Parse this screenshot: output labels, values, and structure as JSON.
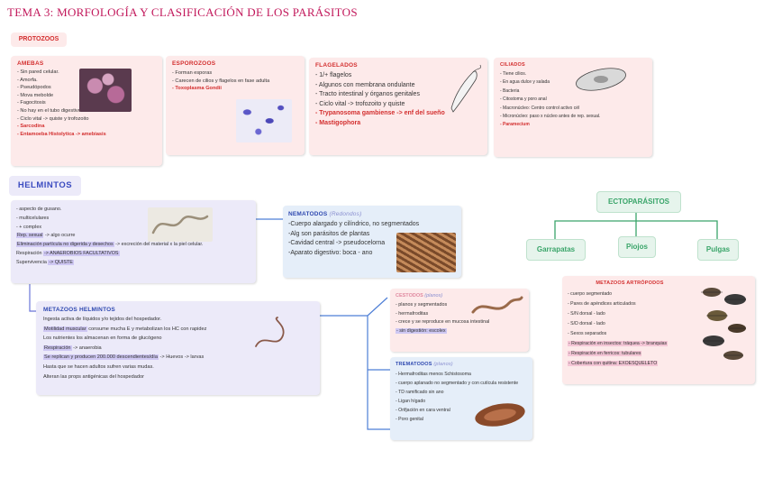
{
  "title": "TEMA 3: MORFOLOGÍA Y CLASIFICACIÓN DE LOS PARÁSITOS",
  "protozoos": {
    "label": "PROTOZOOS",
    "amebas": {
      "heading": "AMEBAS",
      "lines": [
        "- Sin pared celular.",
        "- Amorfa.",
        "- Pseudópodos",
        "- Mova mebolde",
        "- Fagocitosis",
        "- No hay en el tubo digestivo",
        "- Ciclo vital -> quiste y trofozoito"
      ],
      "red_lines": [
        "- Sarcodina",
        "- Entamoeba Histolytica -> amebiasis"
      ]
    },
    "esporozoos": {
      "heading": "ESPOROZOOS",
      "lines": [
        "- Forman esporas",
        "- Carecen de cilios y flagelos en fase adulta"
      ],
      "red_line": "- Toxoplasma Gondii"
    },
    "flagelados": {
      "heading": "FLAGELADOS",
      "lines": [
        "- 1/+ flagelos",
        "- Algunos con membrana ondulante",
        "- Tracto intestinal y órganos genitales",
        "- Ciclo vital -> trofozoito y quiste"
      ],
      "red_lines": [
        "- Trypanosoma gambiense -> enf del sueño",
        "- Mastigophora"
      ]
    },
    "ciliados": {
      "heading": "CILIADOS",
      "lines": [
        "- Tiene cilios.",
        "- En agua dulce y salada",
        "- Bacteria",
        "- Citostoma y poro anal",
        "- Macronúcleo: Centro control activo cél",
        "- Micronúcleo: paso x núcleo antes de rep. sexual."
      ],
      "red_line": "- Paramecium"
    }
  },
  "helmintos": {
    "label": "HELMINTOS",
    "lines": [
      "- aspecto de gusano.",
      "- multicelulares",
      "- + complex"
    ],
    "hl1_tag": "Rep. sexual",
    "hl1_rest": " -> algo ocurre",
    "hl2_tag": "Eliminación partícula no digerida y desechos",
    "hl2_rest": " -> excreción del material x la piel celular.",
    "resp_label": "Respiración",
    "resp_tag": "-> ANAEROBIOS FACULTATIVOS",
    "superv_label": "Supervivencia",
    "superv_tag": "-> QUISTE"
  },
  "nematodos": {
    "heading": "NEMATODOS",
    "subtitle": "(Redondos)",
    "lines": [
      "-Cuerpo alargado y cilíndrico, no segmentados",
      "-Alg son parásitos de plantas",
      "-Cavidad central -> pseudocelorna",
      "-Aparato digestivo: boca - ano"
    ]
  },
  "metazoos_helmintos": {
    "heading": "METAZOOS HELMINTOS",
    "lines": [
      "Ingesta activa de líquidos y/o tejidos del hospedador."
    ],
    "motil_tag": "Motilidad muscular",
    "motil_rest": " consume mucha E y metabolizan los HC con rapidez",
    "line3": "Los nutrientes los almacenan en forma de glucógeno",
    "resp_tag": "Respiración",
    "resp_rest": " -> anaerobia",
    "repl_tag": "Se replican y producen 200.000 descendientes/día",
    "repl_rest": " -> Huevos -> larvas",
    "line6": "Hasta que se hacen adultos sufren varias mudas.",
    "line7": "Alteran las props antigénicas del hospedador"
  },
  "cestodos": {
    "heading": "CESTODOS",
    "subtitle": "(planos)",
    "lines": [
      "- planos y segmentados",
      "- hermafroditas",
      "- crece y se reproduce en mucosa intestinal"
    ],
    "last": "- sin digestión: escolex"
  },
  "trematodos": {
    "heading": "TREMATODOS",
    "subtitle": "(planos)",
    "red_line": "- Hermafroditas menos Schistosoma",
    "lines": [
      "- cuerpo aplanado no segmentado y con cutícula resistente",
      "- TD ramificado sin ano",
      "- Ligan hígado",
      "- Orifjación en cara ventral",
      "- Poro genital"
    ]
  },
  "ectoparasitos": {
    "label": "ECTOPARÁSITOS",
    "children": [
      "Garrapatas",
      "Piojos",
      "Pulgas"
    ]
  },
  "metazoos_artropodos": {
    "heading": "METAZOOS ARTRÓPODOS",
    "lines": [
      "- cuerpo segmentado",
      "- Pares de apéndices articulados",
      "- S/N dorsal - lado",
      "- S/D dorsal - lado",
      "- Sexos separados",
      "- Respiración en insectos: tráquea -> branquias",
      "- Respiración en ferricos: tubulares",
      "- Cobertura con quitina: EXOESQUELETO"
    ]
  },
  "colors": {
    "heading_red": "#d32f2f",
    "heading_blue": "#2f49b0",
    "green": "#3aa56a",
    "title": "#c2185b"
  }
}
